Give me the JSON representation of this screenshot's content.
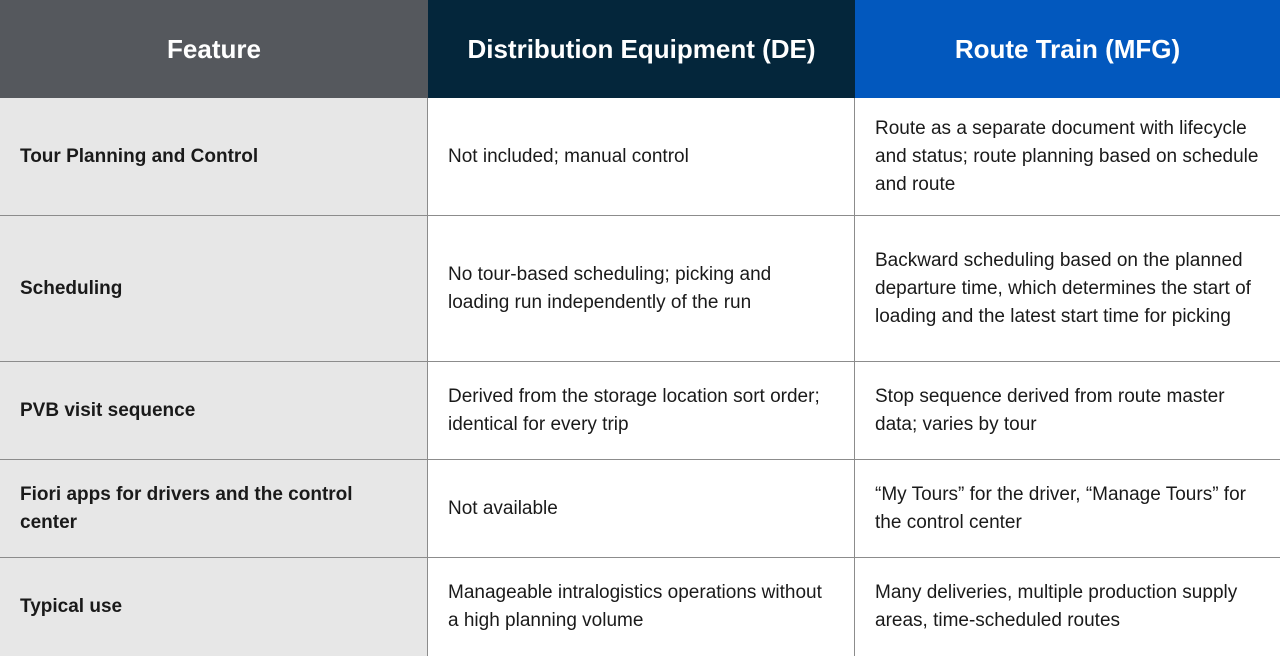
{
  "header": {
    "feature": "Feature",
    "de": "Distribution Equipment (DE)",
    "mfg": "Route Train (MFG)"
  },
  "rows": [
    {
      "feature": "Tour Planning and Control",
      "de": "Not included; manual control",
      "mfg": "Route as a separate document with lifecycle and status; route planning based on schedule and route"
    },
    {
      "feature": "Scheduling",
      "de": "No tour-based scheduling; picking and loading run independently of the run",
      "mfg": "Backward scheduling based on the planned departure time, which determines the start of loading and the latest start time for picking"
    },
    {
      "feature": "PVB visit sequence",
      "de": "Derived from the storage location sort order; identical for every trip",
      "mfg": "Stop sequence derived from route master data; varies by tour"
    },
    {
      "feature": "Fiori apps for drivers and the control center",
      "de": "Not available",
      "mfg": "“My Tours” for the driver, “Manage Tours” for the control center"
    },
    {
      "feature": "Typical use",
      "de": "Manageable intralogistics operations without a high planning volume",
      "mfg": "Many deliveries, multiple production supply areas, time-scheduled routes"
    }
  ],
  "colors": {
    "feature_header": "#55585d",
    "de_header": "#04263b",
    "mfg_header": "#0258be",
    "feature_column": "#e7e7e7"
  }
}
